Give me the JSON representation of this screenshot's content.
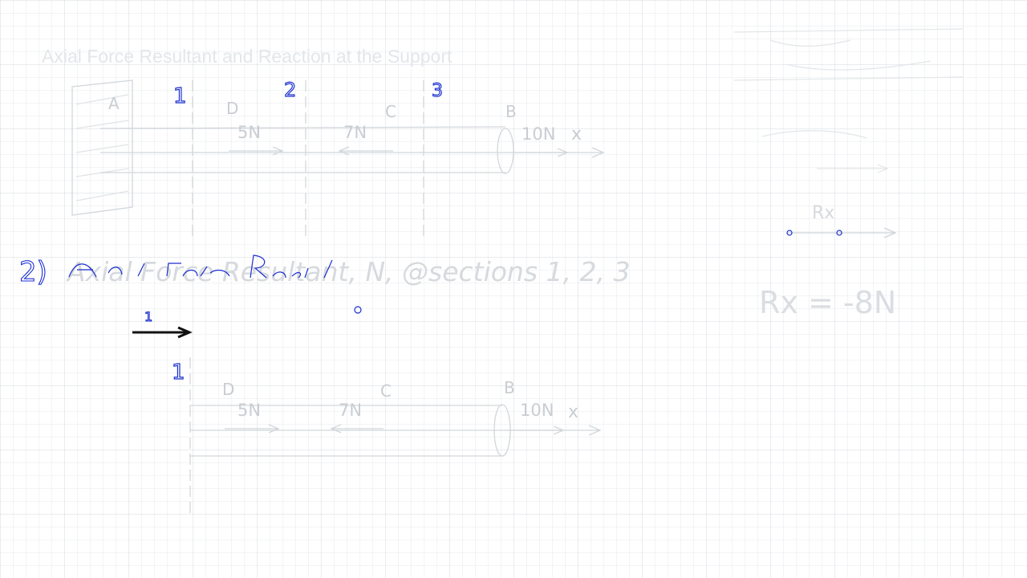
{
  "slide": {
    "title": "Axial Force Resultant and Reaction at the Support",
    "step_number": "2)",
    "step_heading": "Axial Force Resultant, N, @sections 1, 2, 3",
    "sections": [
      "1",
      "2",
      "3"
    ]
  },
  "diagram_top": {
    "labels": {
      "A": "A",
      "D": "D",
      "C": "C",
      "B": "B",
      "x": "x"
    },
    "forces": [
      "5N",
      "7N",
      "10N"
    ]
  },
  "diagram_bottom": {
    "labels": {
      "D": "D",
      "C": "C",
      "B": "B",
      "x": "x"
    },
    "forces": [
      "5N",
      "7N",
      "10N"
    ]
  },
  "reaction_panel": {
    "label": "Rx",
    "result": "Rx = -8N"
  },
  "colors": {
    "ink": "#c9cdd2",
    "pen_blue": "#1a2fd0",
    "grid": "#aab4be"
  }
}
